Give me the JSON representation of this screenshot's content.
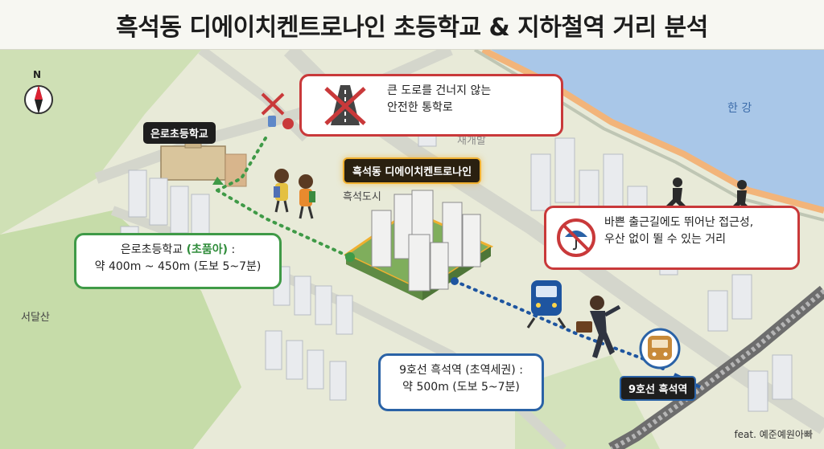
{
  "title": "흑석동 디에이치켄트로나인 초등학교 & 지하철역 거리 분석",
  "compass": {
    "north_label": "N"
  },
  "labels": {
    "school_name": "은로초등학교",
    "complex_name": "흑석동 디에이치켄트로나인",
    "station_name": "9호선 흑석역",
    "district": "흑석도시",
    "mountain": "서달산",
    "river": "한 강",
    "faded_label": "재개발"
  },
  "callouts": {
    "safe_route": {
      "line1": "큰 도로를 건너지 않는",
      "line2": "안전한 통학로"
    },
    "school_distance": {
      "name": "은로초등학교",
      "highlight": "(초품아)",
      "suffix": ":",
      "distance": "약 400m ~ 450m (도보 5~7분)"
    },
    "commute": {
      "line1": "바쁜 출근길에도 뛰어난 접근성,",
      "line2": "우산 없이 뛸 수 있는 거리"
    },
    "station_distance": {
      "name": "9호선 흑석역",
      "highlight": "(초역세권)",
      "suffix": ":",
      "distance": "약 500m (도보 5~7분)"
    }
  },
  "icons": [
    "compass-icon",
    "no-crossing-icon",
    "road-crossed-icon",
    "no-umbrella-icon",
    "subway-train-icon",
    "train-station-icon",
    "running-man-icon",
    "students-icon"
  ],
  "colors": {
    "school_route": "#3f9a47",
    "station_route": "#1e55a0",
    "warning": "#c9393a",
    "river": "#a9c7e8",
    "highlight_gold": "#f0b030"
  },
  "credit": "feat. 예준예원아빠"
}
